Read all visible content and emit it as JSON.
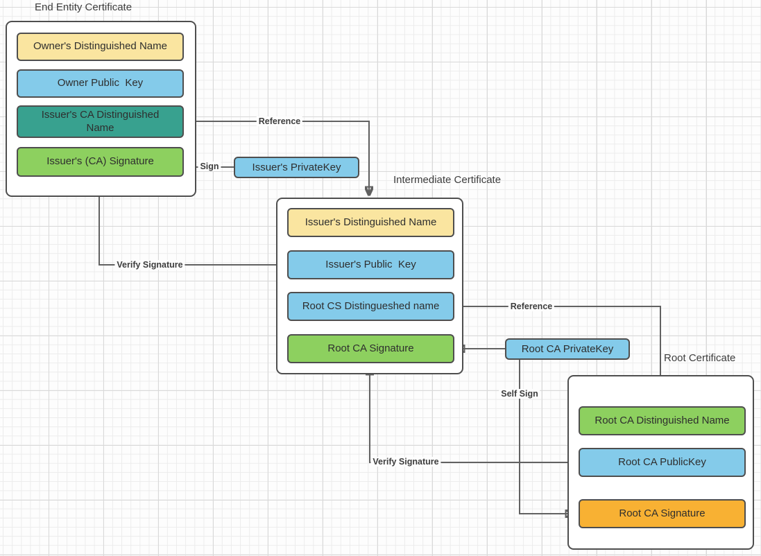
{
  "colors": {
    "yellow": "#FAE5A0",
    "blue": "#84CBEA",
    "teal": "#38A18F",
    "green": "#8DD05F",
    "orange": "#F8B133",
    "box_border": "#4E4E4E",
    "connector": "#616161"
  },
  "certificates": [
    {
      "title": "End Entity Certificate",
      "fields": [
        {
          "label": "Owner's Distinguished Name",
          "color": "yellow"
        },
        {
          "label": "Owner Public  Key",
          "color": "blue"
        },
        {
          "label": "Issuer's CA Distinguished\nName",
          "color": "teal"
        },
        {
          "label": "Issuer's (CA) Signature",
          "color": "green"
        }
      ]
    },
    {
      "title": "Intermediate Certificate",
      "fields": [
        {
          "label": "Issuer's Distinguished Name",
          "color": "yellow"
        },
        {
          "label": "Issuer's Public  Key",
          "color": "blue"
        },
        {
          "label": "Root CS Distingueshed name",
          "color": "blue"
        },
        {
          "label": "Root CA Signature",
          "color": "green"
        }
      ]
    },
    {
      "title": "Root Certificate",
      "fields": [
        {
          "label": "Root CA Distinguished Name",
          "color": "green"
        },
        {
          "label": "Root CA PublicKey",
          "color": "blue"
        },
        {
          "label": "Root CA Signature",
          "color": "orange"
        }
      ]
    }
  ],
  "keys": [
    {
      "label": "Issuer's PrivateKey",
      "color": "blue"
    },
    {
      "label": "Root CA PrivateKey",
      "color": "blue"
    }
  ],
  "connector_labels": {
    "reference_top": "Reference",
    "sign": "Sign",
    "verify_left": "Verify Signature",
    "reference_mid": "Reference",
    "self_sign": "Self Sign",
    "verify_bottom": "Verify Signature"
  }
}
